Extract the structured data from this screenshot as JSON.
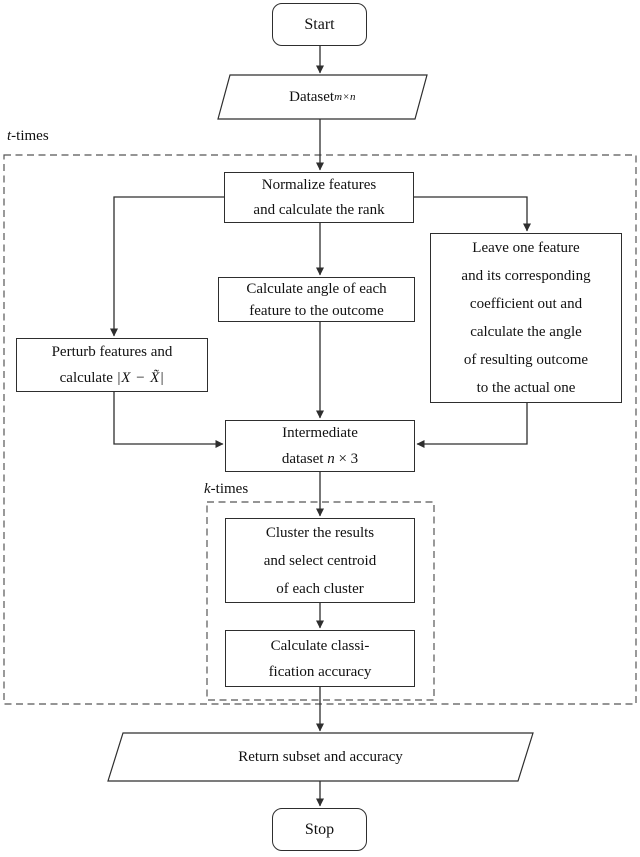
{
  "figure": {
    "background": "#ffffff",
    "line_color": "#2e2e2e",
    "dash_color": "#565656",
    "text_color": "#111111"
  },
  "nodes": {
    "start": {
      "label": "Start"
    },
    "dataset": {
      "text": "Dataset",
      "subscript": "m×n"
    },
    "normalize": {
      "lines": [
        "Normalize features",
        "and calculate the rank"
      ]
    },
    "calc_angle": {
      "lines": [
        "Calculate angle of each",
        "feature to the outcome"
      ]
    },
    "leave_one_out": {
      "lines": [
        "Leave one feature",
        "and its corresponding",
        "coefficient out and",
        "calculate the angle",
        "of resulting outcome",
        "to the actual one"
      ]
    },
    "perturb": {
      "line1": "Perturb features and",
      "line2_prefix": "calculate ",
      "line2_math": "|X − X̃|"
    },
    "intermediate": {
      "line1": "Intermediate",
      "line2_prefix": "dataset ",
      "line2_var": "n",
      "line2_suffix": " × 3"
    },
    "cluster": {
      "lines": [
        "Cluster the results",
        "and select centroid",
        "of each cluster"
      ]
    },
    "classification": {
      "lines": [
        "Calculate classi-",
        "fication accuracy"
      ]
    },
    "return": {
      "label": "Return subset and accuracy"
    },
    "stop": {
      "label": "Stop"
    }
  },
  "loops": {
    "t": {
      "var": "t",
      "suffix": "-times"
    },
    "k": {
      "var": "k",
      "suffix": "-times"
    }
  }
}
